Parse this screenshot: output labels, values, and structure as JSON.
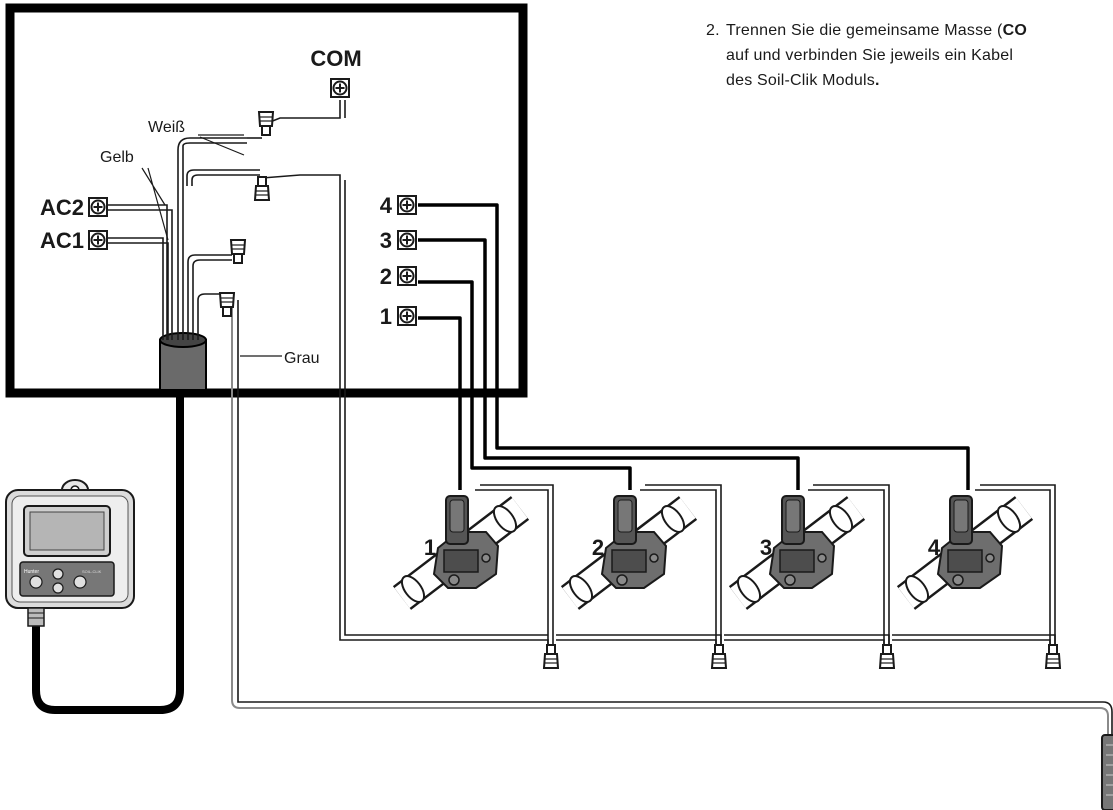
{
  "labels": {
    "com": "COM",
    "ac2": "AC2",
    "ac1": "AC1",
    "weiss": "Weiß",
    "gelb": "Gelb",
    "grau": "Grau",
    "stations": [
      "4",
      "3",
      "2",
      "1"
    ],
    "valves": [
      "1",
      "2",
      "3",
      "4"
    ],
    "soilclik_display": "SOIL-CLIK",
    "brand": "Hunter"
  },
  "instruction": {
    "number": "2.",
    "line1_a": "Trennen Sie die gemeinsame Masse (",
    "line1_b": "CO",
    "line2": "auf und verbinden Sie jeweils ein Kabel",
    "line3_a": "des Soil-Clik Moduls",
    "line3_b": "."
  }
}
